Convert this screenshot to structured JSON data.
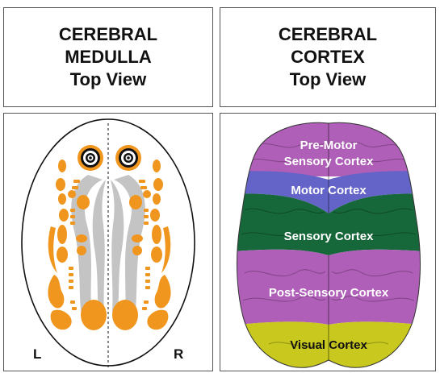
{
  "panels": {
    "medulla_title": {
      "line1": "CEREBRAL",
      "line2": "MEDULLA",
      "line3": "Top View"
    },
    "cortex_title": {
      "line1": "CEREBRAL",
      "line2": "CORTEX",
      "line3": "Top View"
    }
  },
  "medulla": {
    "left_label": "L",
    "right_label": "R",
    "colors": {
      "nuclei": "#f0961e",
      "tract": "#c4c4c4",
      "outline": "#111111"
    }
  },
  "cortex": {
    "regions": [
      {
        "label_line1": "Pre-Motor",
        "label_line2": "Sensory Cortex",
        "color": "#b05fb8"
      },
      {
        "label": "Motor Cortex",
        "color": "#6464c8"
      },
      {
        "label": "Sensory Cortex",
        "color": "#16683a"
      },
      {
        "label": "Post-Sensory Cortex",
        "color": "#b05fb8"
      },
      {
        "label": "Visual Cortex",
        "color": "#c8c81e"
      }
    ]
  }
}
